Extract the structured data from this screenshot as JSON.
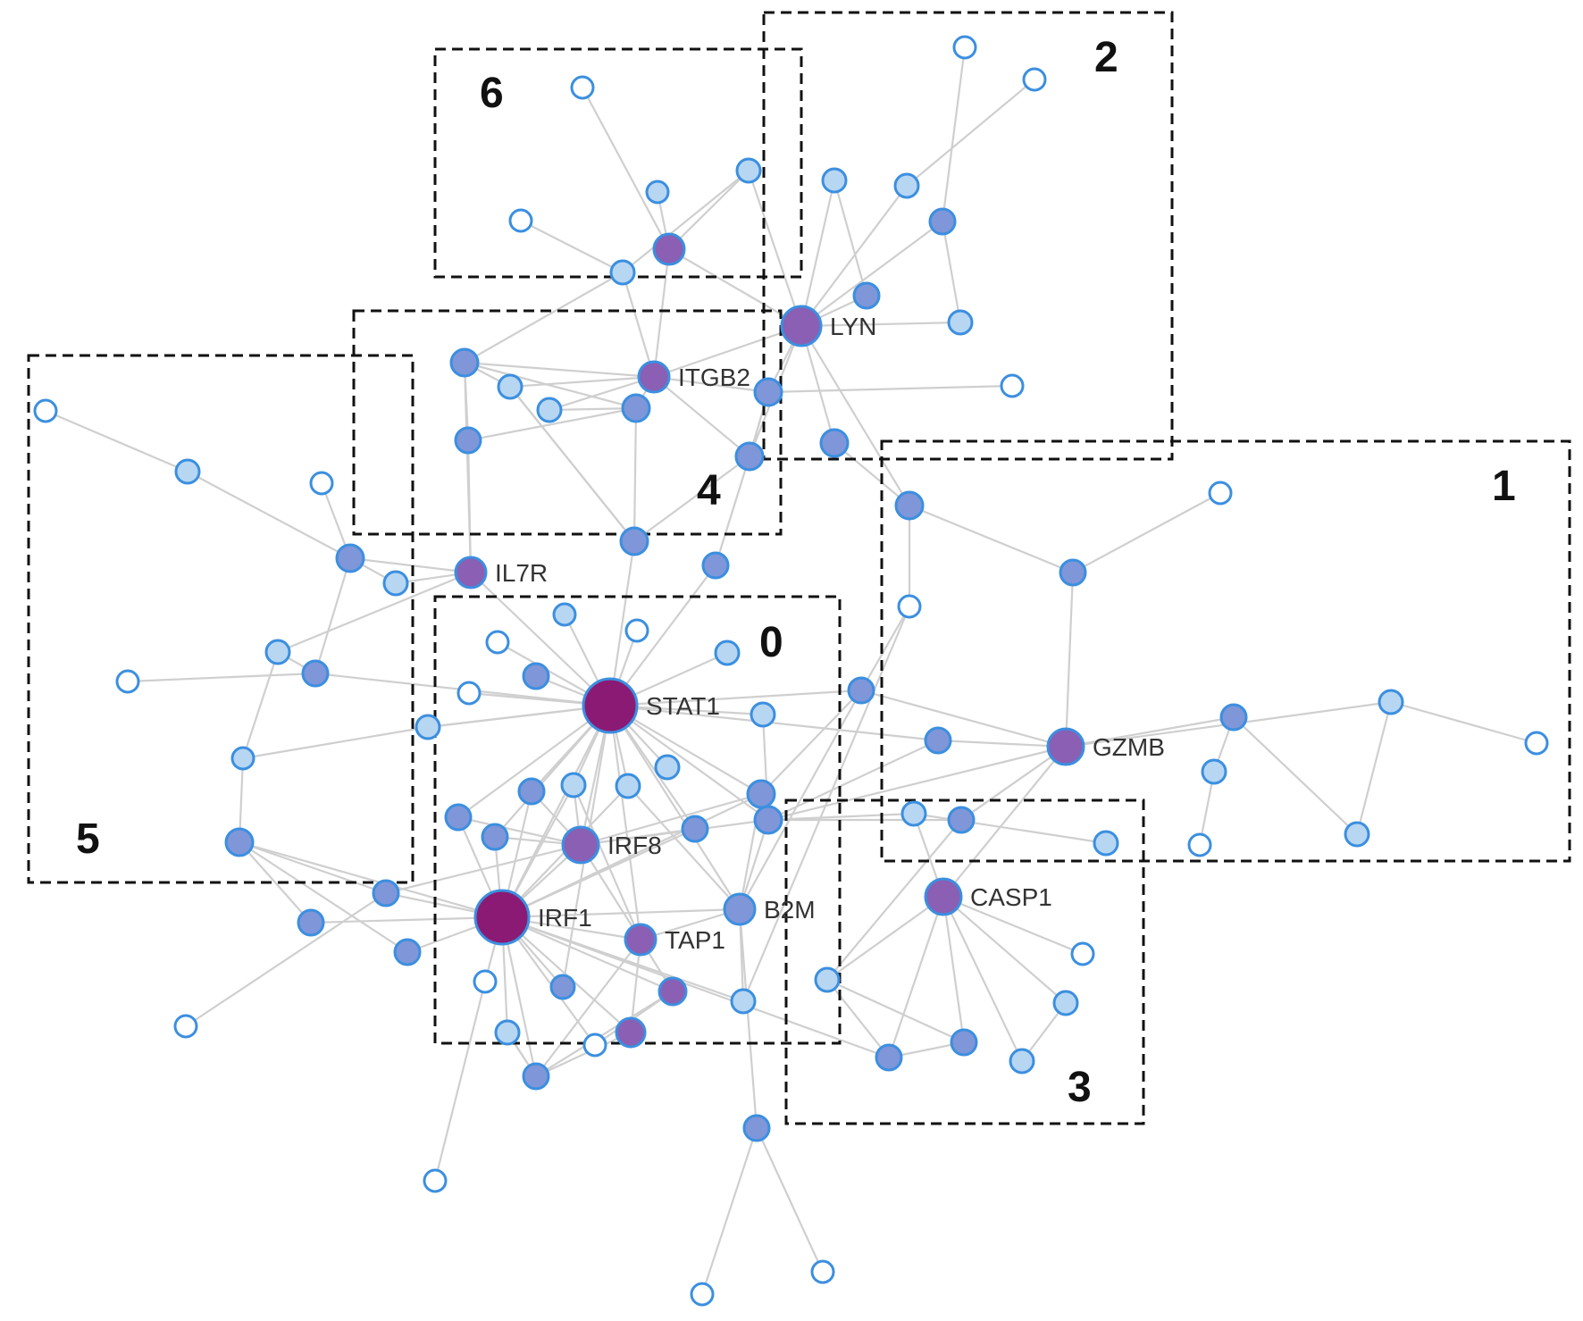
{
  "colors": {
    "edge": "#cfcfcf",
    "node_stroke": "#3b8fe0",
    "hub": "#8b1a74",
    "high": "#8a5fb4",
    "mid": "#7f96d8",
    "low": "#b7d6f2",
    "outer": "#ffffff",
    "box": "#111111",
    "label": "#333333"
  },
  "modules": [
    {
      "id": "m0",
      "label": "0"
    },
    {
      "id": "m1",
      "label": "1"
    },
    {
      "id": "m2",
      "label": "2"
    },
    {
      "id": "m3",
      "label": "3"
    },
    {
      "id": "m4",
      "label": "4"
    },
    {
      "id": "m5",
      "label": "5"
    },
    {
      "id": "m6",
      "label": "6"
    }
  ],
  "genes": [
    {
      "id": "STAT1",
      "label": "STAT1"
    },
    {
      "id": "IRF1",
      "label": "IRF1"
    },
    {
      "id": "IRF8",
      "label": "IRF8"
    },
    {
      "id": "TAP1",
      "label": "TAP1"
    },
    {
      "id": "B2M",
      "label": "B2M"
    },
    {
      "id": "GZMB",
      "label": "GZMB"
    },
    {
      "id": "CASP1",
      "label": "CASP1"
    },
    {
      "id": "LYN",
      "label": "LYN"
    },
    {
      "id": "ITGB2",
      "label": "ITGB2"
    },
    {
      "id": "IL7R",
      "label": "IL7R"
    }
  ]
}
